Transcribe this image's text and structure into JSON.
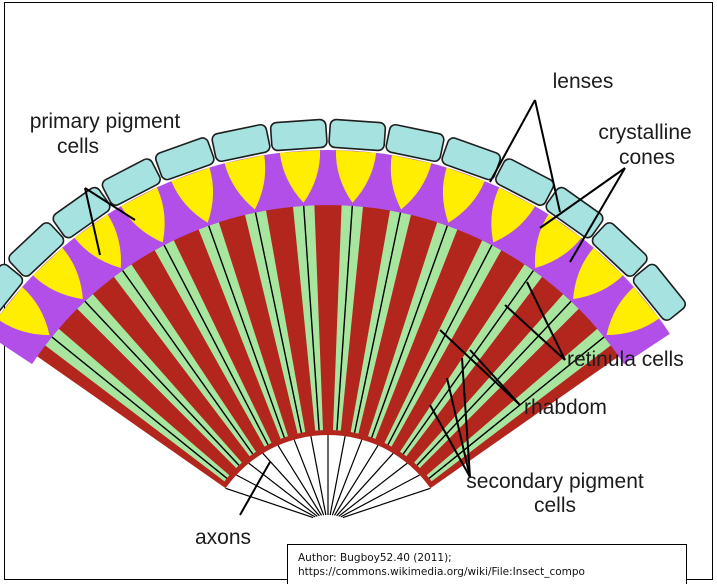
{
  "labels": {
    "primary_pigment_line1": "primary pigment",
    "primary_pigment_line2": "cells",
    "lenses": "lenses",
    "crystalline_line1": "crystalline",
    "crystalline_line2": "cones",
    "retinula": "retinula cells",
    "rhabdom": "rhabdom",
    "secondary_line1": "secondary pigment",
    "secondary_line2": "cells",
    "axons": "axons"
  },
  "credit": {
    "line1": "Author: Bugboy52.40 (2011);",
    "line2": "https://commons.wikimedia.org/wiki/File:Insect_compo"
  },
  "colors": {
    "lens": "#a6e3e0",
    "crystalline_cone": "#ffee00",
    "primary_pigment": "#b14fe8",
    "secondary_pigment": "#b3261e",
    "retinula": "#a8e6a0",
    "rhabdom": "#000000"
  }
}
